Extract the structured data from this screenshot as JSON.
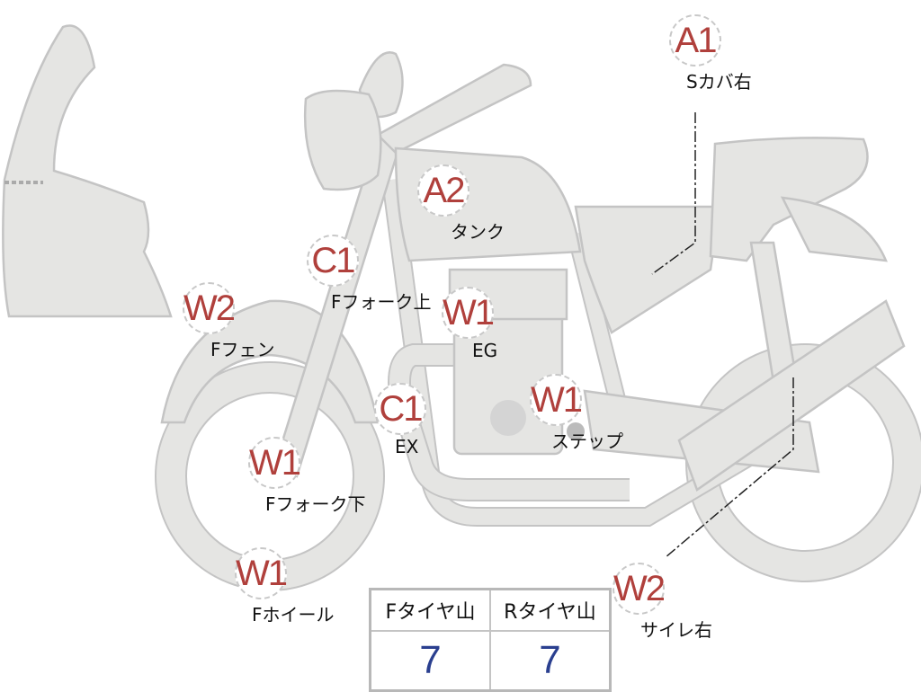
{
  "markers": [
    {
      "code": "A1",
      "label": "Sカバ右"
    },
    {
      "code": "A2",
      "label": "タンク"
    },
    {
      "code": "C1",
      "label": "Fフォーク上"
    },
    {
      "code": "W2",
      "label": "Fフェン"
    },
    {
      "code": "W1",
      "label": "EG"
    },
    {
      "code": "C1",
      "label": "EX"
    },
    {
      "code": "W1",
      "label": "ステップ"
    },
    {
      "code": "W1",
      "label": "Fフォーク下"
    },
    {
      "code": "W1",
      "label": "Fホイール"
    },
    {
      "code": "W2",
      "label": "サイレ右"
    }
  ],
  "tire_table": {
    "headers": [
      "Fタイヤ山",
      "Rタイヤ山"
    ],
    "values": [
      "7",
      "7"
    ]
  },
  "colors": {
    "code": "#b0403c",
    "value": "#2a3f8f",
    "part": "#e5e5e3"
  }
}
